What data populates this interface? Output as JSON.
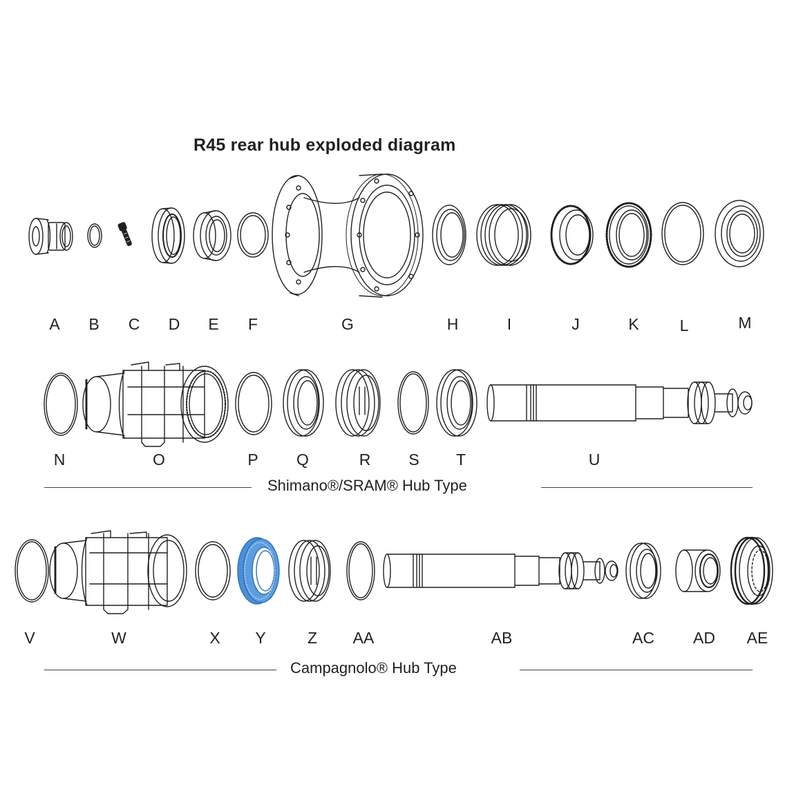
{
  "title": "R45 rear hub exploded diagram",
  "sections": {
    "shimano": "Shimano®/SRAM® Hub Type",
    "campagnolo": "Campagnolo® Hub Type"
  },
  "row1_labels": [
    "A",
    "B",
    "C",
    "D",
    "E",
    "F",
    "G",
    "H",
    "I",
    "J",
    "K",
    "L",
    "M"
  ],
  "row2_labels": [
    "N",
    "O",
    "P",
    "Q",
    "R",
    "S",
    "T",
    "U"
  ],
  "row3_labels": [
    "V",
    "W",
    "X",
    "Y",
    "Z",
    "AA",
    "AB",
    "AC",
    "AD",
    "AE"
  ],
  "colors": {
    "line": "#231f20",
    "highlight": "#4a90d9",
    "highlight_dark": "#2f6fb5"
  }
}
